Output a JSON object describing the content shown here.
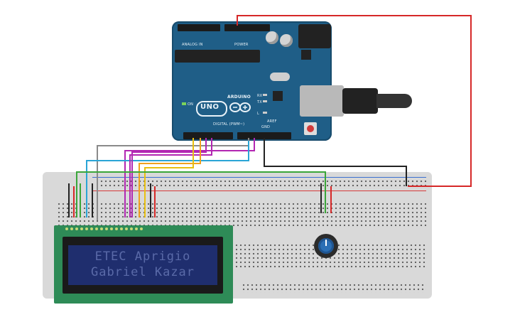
{
  "arduino": {
    "brand_label": "ARDUINO",
    "model_label": "UNO",
    "digital_label": "DIGITAL (PWM~)",
    "analog_label": "ANALOG IN",
    "power_label": "POWER",
    "tx_label": "TX",
    "rx_label": "RX",
    "l_label": "L",
    "on_label": "ON",
    "aref_label": "AREF",
    "gnd_label": "GND"
  },
  "lcd": {
    "line1": "ETEC Aprigio",
    "line2": "Gabriel Kazar"
  },
  "colors": {
    "board_blue": "#1f5e87",
    "wire_red": "#d62828",
    "wire_black": "#222222",
    "wire_green": "#3aa63a",
    "wire_cyan": "#2aa5d6",
    "wire_magenta": "#b227b2",
    "wire_orange": "#f0a020",
    "wire_yellow": "#e8c010",
    "wire_gray": "#8a8a8a",
    "lcd_green": "#2e8b57",
    "lcd_screen": "#1f2e6e",
    "lcd_text": "#5a6aa8",
    "pot_knob": "#2b6fb5"
  },
  "icons": [
    "reset-button",
    "usb-connector",
    "dc-power-jack",
    "potentiometer",
    "arduino-infinity-logo"
  ]
}
